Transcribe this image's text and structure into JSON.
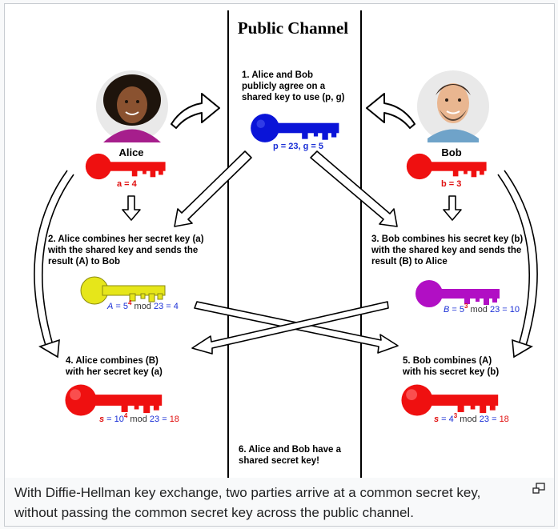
{
  "diagram": {
    "header": "Public Channel",
    "step1": [
      "1. Alice and Bob",
      "publicly agree on a",
      "shared key to use (p, g)"
    ],
    "public_values": "p = 23, g = 5",
    "alice": {
      "name": "Alice",
      "secret": "a = 4"
    },
    "bob": {
      "name": "Bob",
      "secret": "b = 3"
    },
    "step2": [
      "2. Alice combines her secret key (a)",
      "with the shared key and sends the",
      "result (A) to Bob"
    ],
    "step3": [
      "3. Bob combines his secret key (b)",
      "with the shared key and sends the",
      "result (B) to Alice"
    ],
    "alice_public": {
      "var": "A",
      "eq": " = ",
      "base": "5",
      "exp": "4",
      "mod": " mod ",
      "p": "23",
      "eq2": " = ",
      "result": "4"
    },
    "bob_public": {
      "var": "B",
      "eq": " = ",
      "base": "5",
      "exp": "3",
      "mod": " mod ",
      "p": "23",
      "eq2": " = ",
      "result": "10"
    },
    "step4": [
      "4. Alice combines (B)",
      "with her secret key (a)"
    ],
    "step5": [
      "5. Bob combines (A)",
      "with his secret key (b)"
    ],
    "alice_shared": {
      "var": "s",
      "eq": " = ",
      "base": "10",
      "exp": "4",
      "mod": " mod ",
      "p": "23",
      "eq2": " = ",
      "result": "18"
    },
    "bob_shared": {
      "var": "s",
      "eq": " = ",
      "base": "4",
      "exp": "3",
      "mod": " mod ",
      "p": "23",
      "eq2": " = ",
      "result": "18"
    },
    "step6": [
      "6. Alice and Bob have a",
      "shared secret key!"
    ]
  },
  "caption": {
    "line1": "With Diffie-Hellman key exchange, two parties arrive at a common secret key,",
    "line2": "without passing the common secret key across the public channel."
  },
  "colors": {
    "public_key": "#0a14d8",
    "alice_key": "#ef1010",
    "shared_key": "#ef1010",
    "alice_public_key": "#e6e61a",
    "bob_public_key": "#b10fc4",
    "secret_text": "#e01010",
    "public_text": "#1a2fd6"
  },
  "icons": {
    "enlarge": "enlarge-icon"
  }
}
